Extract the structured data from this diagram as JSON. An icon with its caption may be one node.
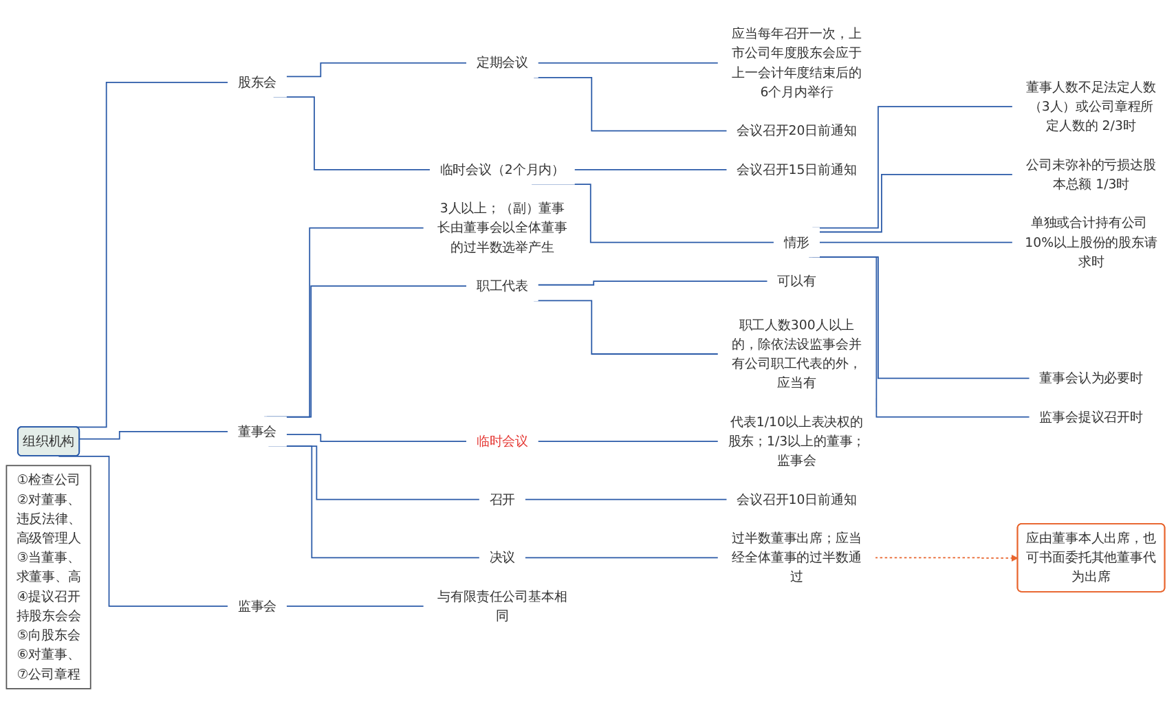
{
  "diagram": {
    "nodes": [
      {
        "text": [
          "组织机构"
        ]
      },
      {
        "text": [
          "股东会"
        ]
      },
      {
        "text": [
          "定期会议"
        ]
      },
      {
        "text": [
          "应当每年召开一次，上市公司年度股东会应于上一会计年度结束后的6个月内举行"
        ]
      },
      {
        "text": [
          "会议召开20日前通知"
        ]
      },
      {
        "text": [
          "临时会议（2个月内）"
        ]
      },
      {
        "text": [
          "会议召开15日前通知"
        ]
      },
      {
        "text": [
          "情形"
        ]
      },
      {
        "text": [
          "董事人数不足法定人数（3人）或公司章程所定人数的 2/3时"
        ]
      },
      {
        "text": [
          "公司未弥补的亏损达股本总额 1/3时"
        ]
      },
      {
        "text": [
          "单独或合计持有公司 10%以上股份的股东请求时"
        ]
      },
      {
        "text": [
          "董事会认为必要时"
        ]
      },
      {
        "text": [
          "监事会提议召开时"
        ]
      },
      {
        "text": [
          "董事会"
        ]
      },
      {
        "text": [
          "3人以上；（副）董事长由董事会以全体董事的过半数选举产生"
        ]
      },
      {
        "text": [
          "职工代表"
        ]
      },
      {
        "text": [
          "可以有"
        ]
      },
      {
        "text": [
          "职工人数300人以上的，除依法设监事会并有公司职工代表的外，应当有"
        ]
      },
      {
        "text": [
          "临时会议"
        ]
      },
      {
        "text": [
          "代表1/10以上表决权的股东；1/3以上的董事；监事会"
        ]
      },
      {
        "text": [
          "召开"
        ]
      },
      {
        "text": [
          "会议召开10日前通知"
        ]
      },
      {
        "text": [
          "决议"
        ]
      },
      {
        "text": [
          "过半数董事出席；应当经全体董事的过半数通过"
        ]
      },
      {
        "text": [
          "应由董事本人出席，也可书面委托其他董事代为出席"
        ]
      },
      {
        "text": [
          "监事会"
        ]
      },
      {
        "text": [
          "与有限责任公司基本相同"
        ]
      },
      {
        "text": [
          "①检查公司",
          "②对董事、",
          "违反法律、",
          "高级管理人",
          "③当董事、",
          "求董事、高",
          "④提议召开",
          "持股东会会",
          "⑤向股东会",
          "⑥对董事、",
          "⑦公司章程"
        ]
      }
    ],
    "edges": [
      {
        "from": 0,
        "to": 1,
        "arrow": "none"
      },
      {
        "from": 1,
        "to": 2,
        "arrow": "none"
      },
      {
        "from": 2,
        "to": 3,
        "arrow": "none"
      },
      {
        "from": 2,
        "to": 4,
        "arrow": "none"
      },
      {
        "from": 1,
        "to": 5,
        "arrow": "none"
      },
      {
        "from": 5,
        "to": 6,
        "arrow": "none"
      },
      {
        "from": 5,
        "to": 7,
        "arrow": "none"
      },
      {
        "from": 7,
        "to": 8,
        "arrow": "none"
      },
      {
        "from": 7,
        "to": 9,
        "arrow": "none"
      },
      {
        "from": 7,
        "to": 10,
        "arrow": "none"
      },
      {
        "from": 7,
        "to": 11,
        "arrow": "none"
      },
      {
        "from": 7,
        "to": 12,
        "arrow": "none"
      },
      {
        "from": 0,
        "to": 13,
        "arrow": "none"
      },
      {
        "from": 13,
        "to": 14,
        "arrow": "none"
      },
      {
        "from": 13,
        "to": 15,
        "arrow": "none"
      },
      {
        "from": 15,
        "to": 16,
        "arrow": "none"
      },
      {
        "from": 15,
        "to": 17,
        "arrow": "none"
      },
      {
        "from": 13,
        "to": 18,
        "arrow": "none"
      },
      {
        "from": 18,
        "to": 19,
        "arrow": "none"
      },
      {
        "from": 13,
        "to": 20,
        "arrow": "none"
      },
      {
        "from": 20,
        "to": 21,
        "arrow": "none"
      },
      {
        "from": 13,
        "to": 22,
        "arrow": "none"
      },
      {
        "from": 22,
        "to": 23,
        "arrow": "none"
      },
      {
        "from": 23,
        "to": 24,
        "arrow": "to",
        "style": "dashed",
        "color": "#e8642c"
      },
      {
        "from": 0,
        "to": 25,
        "arrow": "none"
      },
      {
        "from": 25,
        "to": 26,
        "arrow": "none"
      }
    ]
  }
}
